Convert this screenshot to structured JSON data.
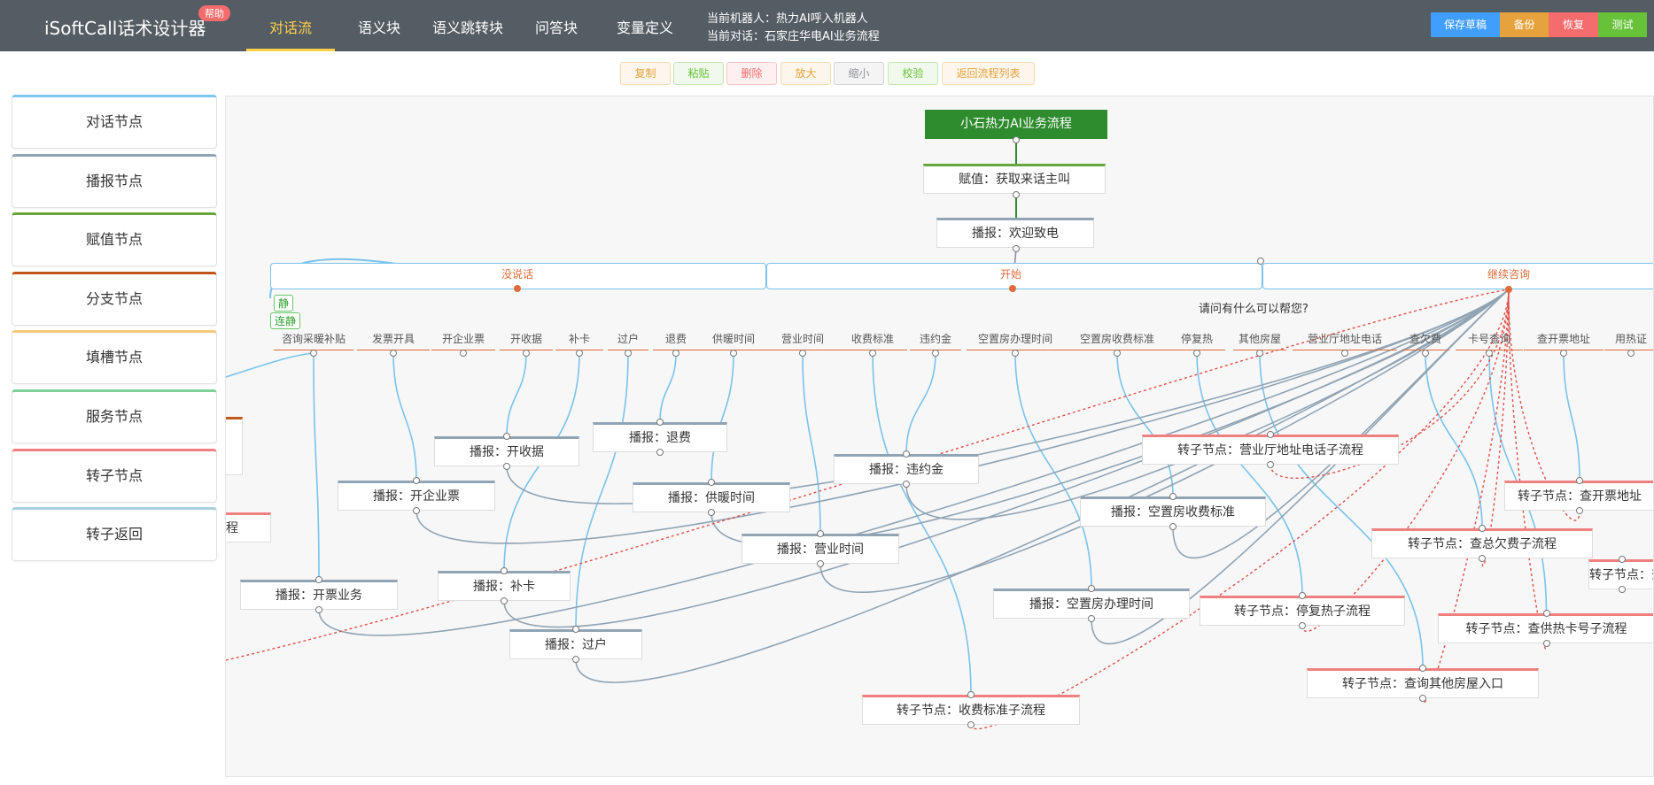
{
  "app": {
    "title": "iSoftCall话术设计器",
    "help": "帮助"
  },
  "nav": [
    "对话流",
    "语义块",
    "语义跳转块",
    "问答块",
    "变量定义"
  ],
  "info": {
    "robot": "当前机器人：热力AI呼入机器人",
    "dialog": "当前对话：石家庄华电AI业务流程"
  },
  "top_buttons": [
    {
      "label": "保存草稿",
      "color": "#409eff"
    },
    {
      "label": "备份",
      "color": "#e6a23c"
    },
    {
      "label": "恢复",
      "color": "#f56c6c"
    },
    {
      "label": "测试",
      "color": "#67c23a"
    }
  ],
  "edit_buttons": [
    {
      "label": "复制",
      "color": "#e6a23c",
      "bg": "#fdf6ec",
      "border": "#f5dab1"
    },
    {
      "label": "粘贴",
      "color": "#67c23a",
      "bg": "#f0f9eb",
      "border": "#c2e7b0"
    },
    {
      "label": "删除",
      "color": "#f56c6c",
      "bg": "#fef0f0",
      "border": "#fbc4c4"
    },
    {
      "label": "放大",
      "color": "#e6a23c",
      "bg": "#fdf6ec",
      "border": "#f5dab1"
    },
    {
      "label": "缩小",
      "color": "#909399",
      "bg": "#f4f4f5",
      "border": "#d3d4d6"
    },
    {
      "label": "校验",
      "color": "#67c23a",
      "bg": "#f0f9eb",
      "border": "#c2e7b0"
    },
    {
      "label": "返回流程列表",
      "color": "#e6a23c",
      "bg": "#fdf6ec",
      "border": "#f5dab1"
    }
  ],
  "palette": [
    {
      "label": "对话节点",
      "color": "#7ec8f0"
    },
    {
      "label": "播报节点",
      "color": "#90a4b4"
    },
    {
      "label": "赋值节点",
      "color": "#67a63c"
    },
    {
      "label": "分支节点",
      "color": "#c0561a"
    },
    {
      "label": "填槽节点",
      "color": "#f7c87e"
    },
    {
      "label": "服务节点",
      "color": "#7fd19a"
    },
    {
      "label": "转子节点",
      "color": "#f08080"
    },
    {
      "label": "转子返回",
      "color": "#a9cfe0"
    }
  ],
  "flow": {
    "start": "小石热力AI业务流程",
    "assign": "赋值：获取来话主叫",
    "welcome": "播报：欢迎致电",
    "branches": [
      "没说话",
      "开始",
      "继续咨询"
    ],
    "question": "请问有什么可以帮您?",
    "jing": "静",
    "lianjing": "连静",
    "partial_left": "程",
    "keywords": [
      "咨询采暖补贴",
      "发票开具",
      "开企业票",
      "开收据",
      "补卡",
      "过户",
      "退费",
      "供暖时间",
      "营业时间",
      "收费标准",
      "违约金",
      "空置房办理时间",
      "空置房收费标准",
      "停复热",
      "其他房屋",
      "营业厅地址电话",
      "查欠费",
      "卡号查询",
      "查开票地址",
      "用热证"
    ],
    "nodes": [
      {
        "label": "播报：开收据",
        "kind": "b"
      },
      {
        "label": "播报：退费",
        "kind": "b"
      },
      {
        "label": "播报：违约金",
        "kind": "b"
      },
      {
        "label": "转子节点：营业厅地址电话子流程",
        "kind": "z"
      },
      {
        "label": "播报：开企业票",
        "kind": "b"
      },
      {
        "label": "播报：供暖时间",
        "kind": "b"
      },
      {
        "label": "播报：空置房收费标准",
        "kind": "b"
      },
      {
        "label": "转子节点：查开票地址",
        "kind": "z"
      },
      {
        "label": "播报：营业时间",
        "kind": "b"
      },
      {
        "label": "转子节点：查总欠费子流程",
        "kind": "z"
      },
      {
        "label": "转子节点：查",
        "kind": "z"
      },
      {
        "label": "播报：开票业务",
        "kind": "b"
      },
      {
        "label": "播报：补卡",
        "kind": "b"
      },
      {
        "label": "播报：空置房办理时间",
        "kind": "b"
      },
      {
        "label": "转子节点：停复热子流程",
        "kind": "z"
      },
      {
        "label": "转子节点：查供热卡号子流程",
        "kind": "z"
      },
      {
        "label": "播报：过户",
        "kind": "b"
      },
      {
        "label": "转子节点：查询其他房屋入口",
        "kind": "z"
      },
      {
        "label": "转子节点：收费标准子流程",
        "kind": "z"
      }
    ]
  }
}
